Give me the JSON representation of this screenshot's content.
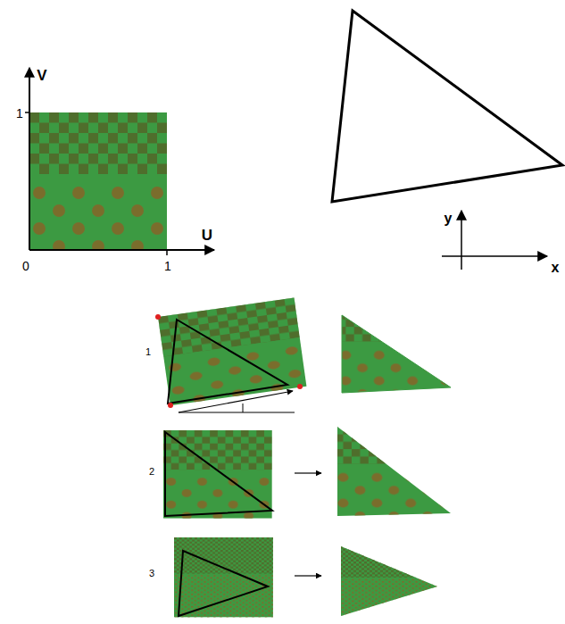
{
  "diagram": {
    "labels": [
      "V",
      "1",
      "U",
      "0",
      "1",
      "y",
      "x",
      "1",
      "2",
      "3"
    ]
  }
}
